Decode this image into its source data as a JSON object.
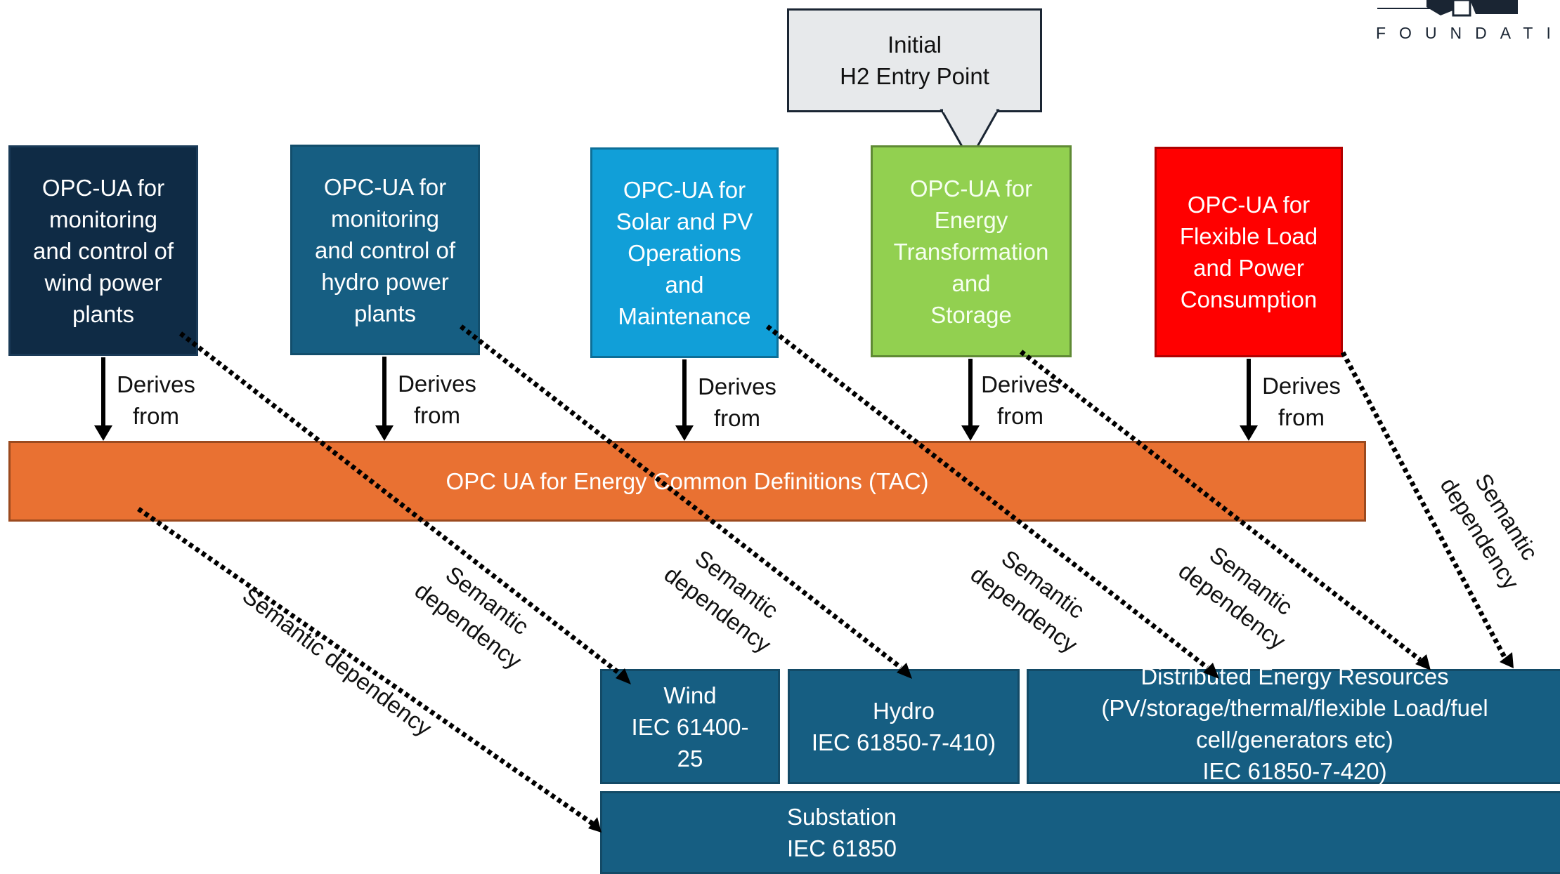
{
  "domain_boxes": [
    {
      "id": "wind-opc",
      "label": "OPC-UA for\nmonitoring\nand control of\nwind power\nplants",
      "fill": "#0f2b45"
    },
    {
      "id": "hydro-opc",
      "label": "OPC-UA for\nmonitoring\nand control of\nhydro power\nplants",
      "fill": "#165e82"
    },
    {
      "id": "solar-opc",
      "label": "OPC-UA for\nSolar and PV\nOperations\nand\nMaintenance",
      "fill": "#119fd8"
    },
    {
      "id": "energy-opc",
      "label": "OPC-UA for\nEnergy\nTransformation\nand\nStorage",
      "fill": "#92d050"
    },
    {
      "id": "flex-opc",
      "label": "OPC-UA for\nFlexible Load\nand Power\nConsumption",
      "fill": "#ff0000"
    }
  ],
  "callout": {
    "label": "Initial\nH2 Entry Point"
  },
  "derives_label": "Derives\nfrom",
  "common_bar": {
    "label": "OPC UA for Energy Common Definitions (TAC)",
    "fill": "#e97132"
  },
  "standards": {
    "wind": "Wind\nIEC 61400-\n25",
    "hydro": "Hydro\nIEC 61850-7-410)",
    "der": "Distributed Energy Resources\n(PV/storage/thermal/flexible Load/fuel\ncell/generators etc)\nIEC 61850-7-420)",
    "substation": "Substation\nIEC 61850"
  },
  "dependency_labels": {
    "short": "Semantic\ndependency",
    "long": "Semantic dependency"
  },
  "logo": {
    "text": "FOUNDATI"
  },
  "colors": {
    "std_fill": "#165e82",
    "bar_fill": "#e97132",
    "arrow": "#000000"
  }
}
